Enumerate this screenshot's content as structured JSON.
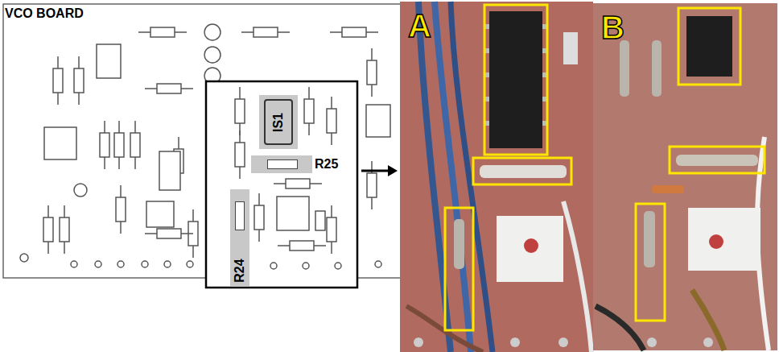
{
  "diagram": {
    "title": "VCO BOARD",
    "nodes": [
      {
        "text": [
          "IS1"
        ]
      },
      {
        "text": [
          "R25"
        ]
      },
      {
        "text": [
          "R24"
        ]
      },
      {
        "text": [
          "A"
        ]
      },
      {
        "text": [
          "B"
        ]
      }
    ]
  }
}
